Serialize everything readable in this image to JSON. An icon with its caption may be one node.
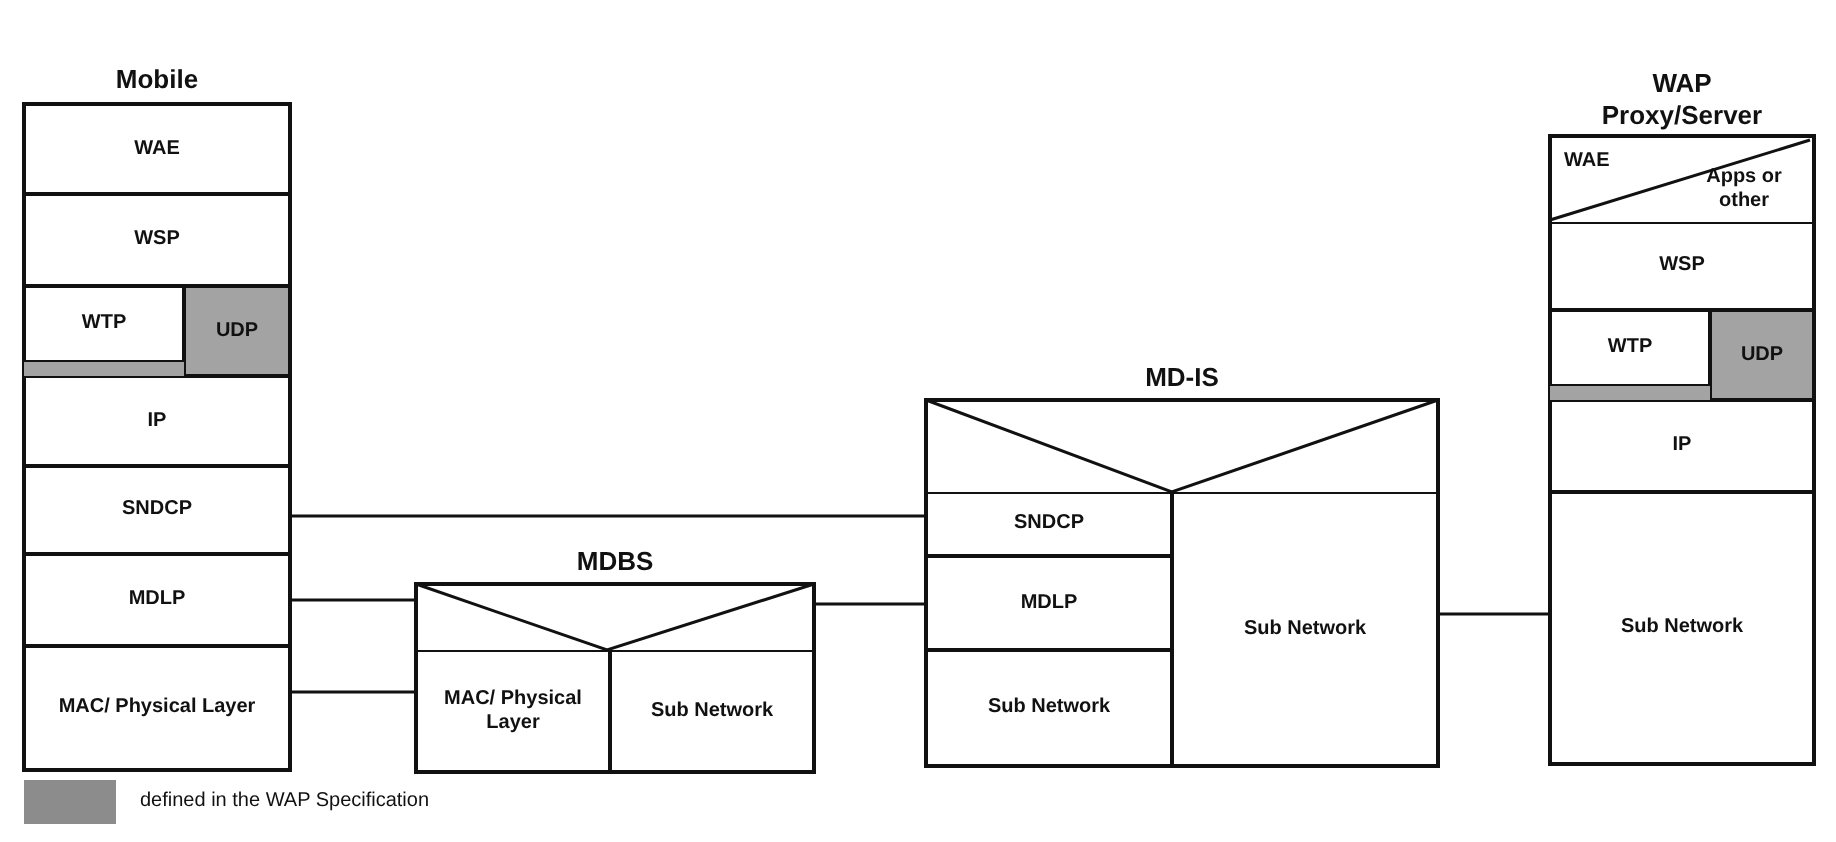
{
  "diagram": {
    "nodes": [
      {
        "text": [
          "Mobile"
        ]
      },
      {
        "text": [
          "WAE"
        ],
        "in": 0
      },
      {
        "text": [
          "WSP"
        ],
        "in": 0
      },
      {
        "text": [
          "WTP"
        ],
        "in": 0
      },
      {
        "text": [
          "UDP"
        ],
        "in": 0
      },
      {
        "text": [
          "IP"
        ],
        "in": 0
      },
      {
        "text": [
          "SNDCP"
        ],
        "in": 0
      },
      {
        "text": [
          "MDLP"
        ],
        "in": 0
      },
      {
        "text": [
          "MAC/ Physical Layer"
        ],
        "in": 0
      },
      {
        "text": [
          "MDBS"
        ]
      },
      {
        "text": [
          "MAC/ Physical Layer"
        ],
        "in": 9
      },
      {
        "text": [
          "Sub Network"
        ],
        "in": 9
      },
      {
        "text": [
          "MD-IS"
        ]
      },
      {
        "text": [
          "SNDCP"
        ],
        "in": 12
      },
      {
        "text": [
          "MDLP"
        ],
        "in": 12
      },
      {
        "text": [
          "Sub Network"
        ],
        "in": 12
      },
      {
        "text": [
          "Sub Network"
        ],
        "in": 12
      },
      {
        "text": [
          "WAP Proxy/Server"
        ]
      },
      {
        "text": [
          "WAE"
        ],
        "in": 17
      },
      {
        "text": [
          "Apps or other"
        ],
        "in": 17
      },
      {
        "text": [
          "WSP"
        ],
        "in": 17
      },
      {
        "text": [
          "WTP"
        ],
        "in": 17
      },
      {
        "text": [
          "UDP"
        ],
        "in": 17
      },
      {
        "text": [
          "IP"
        ],
        "in": 17
      },
      {
        "text": [
          "Sub Network"
        ],
        "in": 17
      }
    ],
    "edges": [
      {
        "from": 6,
        "to": 13,
        "arrow": "none"
      },
      {
        "from": 7,
        "to": 9,
        "arrow": "none"
      },
      {
        "from": 9,
        "to": 14,
        "arrow": "none"
      },
      {
        "from": 8,
        "to": 10,
        "arrow": "none"
      },
      {
        "from": 16,
        "to": 24,
        "arrow": "none"
      }
    ],
    "legend": [
      {
        "text": "defined in the WAP Specification",
        "color": "#8c8c8c"
      }
    ]
  }
}
